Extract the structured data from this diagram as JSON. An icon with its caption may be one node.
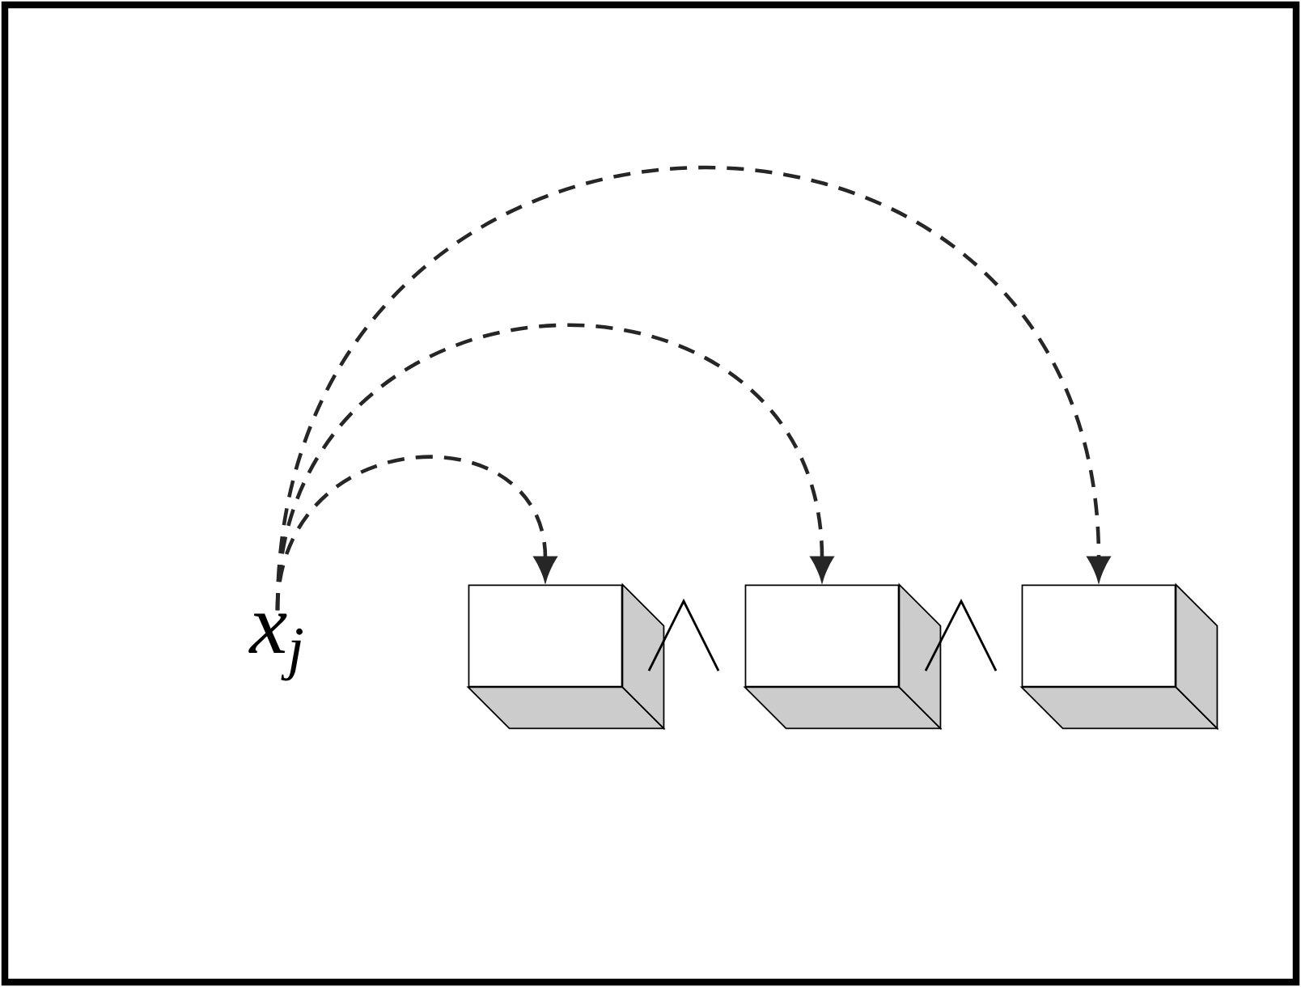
{
  "diagram": {
    "nodes": [
      {
        "text": [
          "x$_{j}$"
        ]
      },
      {
        "text": [],
        "shape": "box"
      },
      {
        "text": [],
        "shape": "box"
      },
      {
        "text": [],
        "shape": "box"
      }
    ],
    "edges": [
      {
        "from": 0,
        "to": 1,
        "arrow": "to",
        "style": "dashed"
      },
      {
        "from": 0,
        "to": 2,
        "arrow": "to",
        "style": "dashed"
      },
      {
        "from": 0,
        "to": 3,
        "arrow": "to",
        "style": "dashed"
      }
    ]
  }
}
